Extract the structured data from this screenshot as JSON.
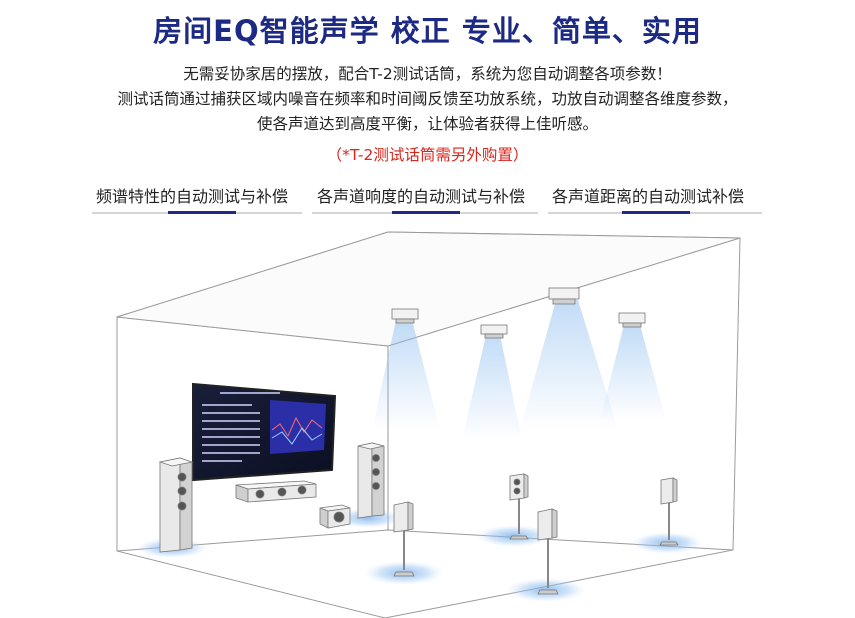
{
  "header": {
    "title": "房间EQ智能声学  校正  专业、简单、实用",
    "line1": "无需妥协家居的摆放，配合T-2测试话筒，系统为您自动调整各项参数！",
    "line2": "测试话筒通过捕获区域内噪音在频率和时间阈反馈至功放系统，功放自动调整各维度参数，",
    "line3": "使各声道达到高度平衡，让体验者获得上佳听感。",
    "note": "（*T-2测试话筒需另外购置）"
  },
  "features": [
    {
      "label": "频谱特性的自动测试与补偿"
    },
    {
      "label": "各声道响度的自动测试与补偿"
    },
    {
      "label": "各声道距离的自动测试补偿"
    }
  ],
  "colors": {
    "title": "#1d2a83",
    "accent": "#1d2a83",
    "note": "#d9261c",
    "glow": "#7fb4ee"
  }
}
